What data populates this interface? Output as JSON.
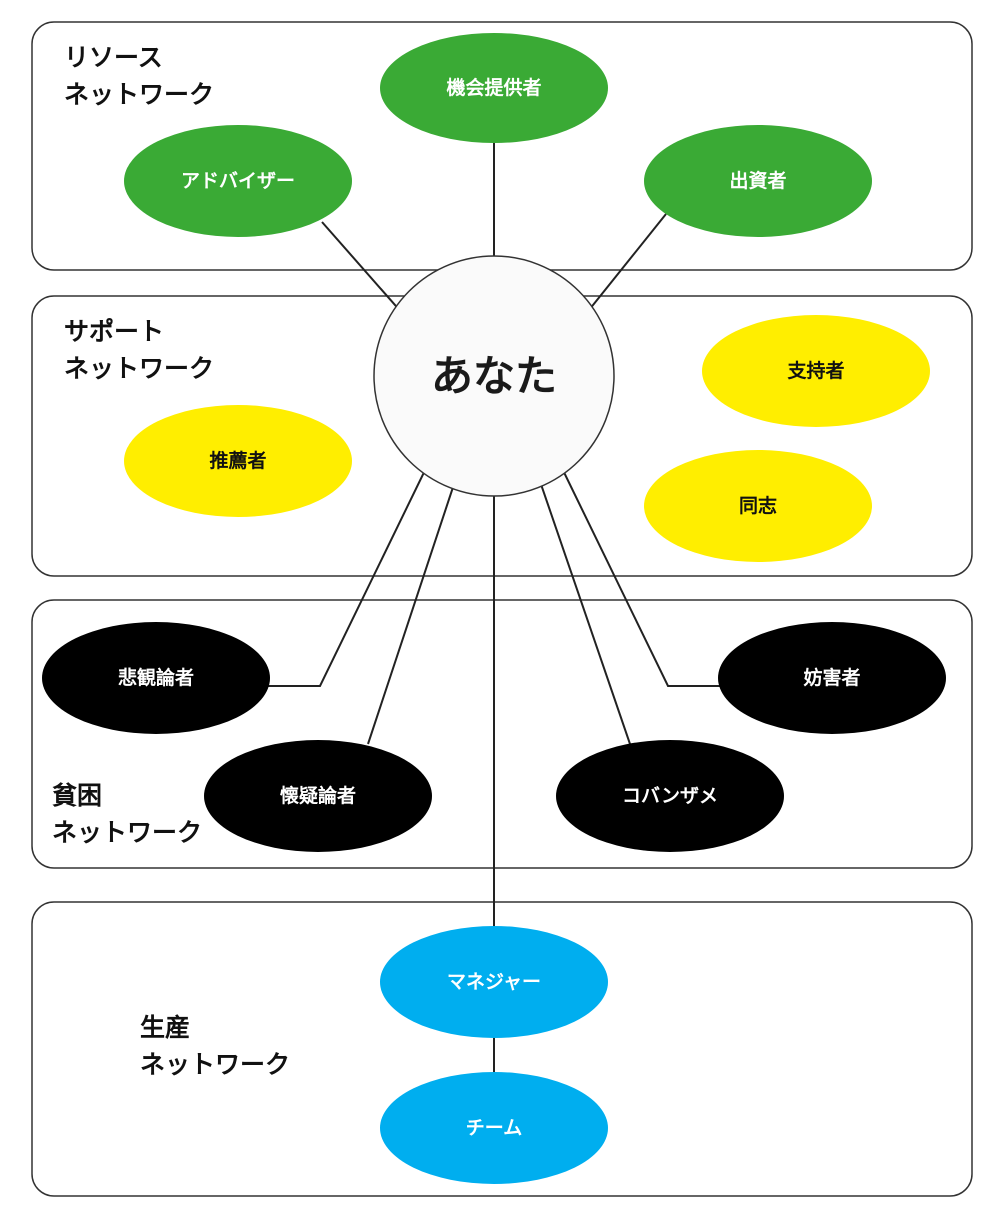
{
  "center": {
    "label": "あなた",
    "fill": "#fafafa"
  },
  "groups": [
    {
      "id": "resource",
      "label_line1": "リソース",
      "label_line2": "ネットワーク"
    },
    {
      "id": "support",
      "label_line1": "サポート",
      "label_line2": "ネットワーク"
    },
    {
      "id": "poverty",
      "label_line1": "貧困",
      "label_line2": "ネットワーク"
    },
    {
      "id": "production",
      "label_line1": "生産",
      "label_line2": "ネットワーク"
    }
  ],
  "colors": {
    "resource": "#3aaa35",
    "support": "#ffee00",
    "poverty": "#000000",
    "production": "#00aeef"
  },
  "nodes": {
    "opportunity": "機会提供者",
    "advisor": "アドバイザー",
    "investor": "出資者",
    "recommender": "推薦者",
    "supporter": "支持者",
    "comrade": "同志",
    "pessimist": "悲観論者",
    "skeptic": "懐疑論者",
    "obstructor": "妨害者",
    "freeloader": "コバンザメ",
    "manager": "マネジャー",
    "team": "チーム"
  }
}
